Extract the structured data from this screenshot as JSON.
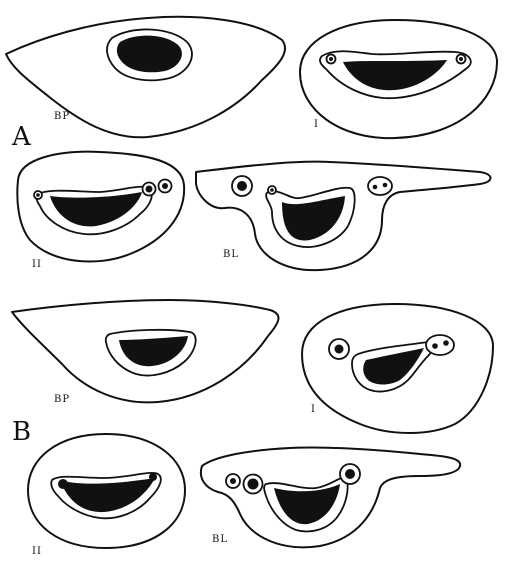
{
  "panels": {
    "A": {
      "letter": "A",
      "labels": {
        "bp": "BP",
        "one": "I",
        "two": "II",
        "bl": "BL"
      }
    },
    "B": {
      "letter": "B",
      "labels": {
        "bp": "BP",
        "one": "I",
        "two": "II",
        "bl": "BL"
      }
    }
  },
  "colors": {
    "ink": "#111111",
    "background": "#ffffff"
  }
}
